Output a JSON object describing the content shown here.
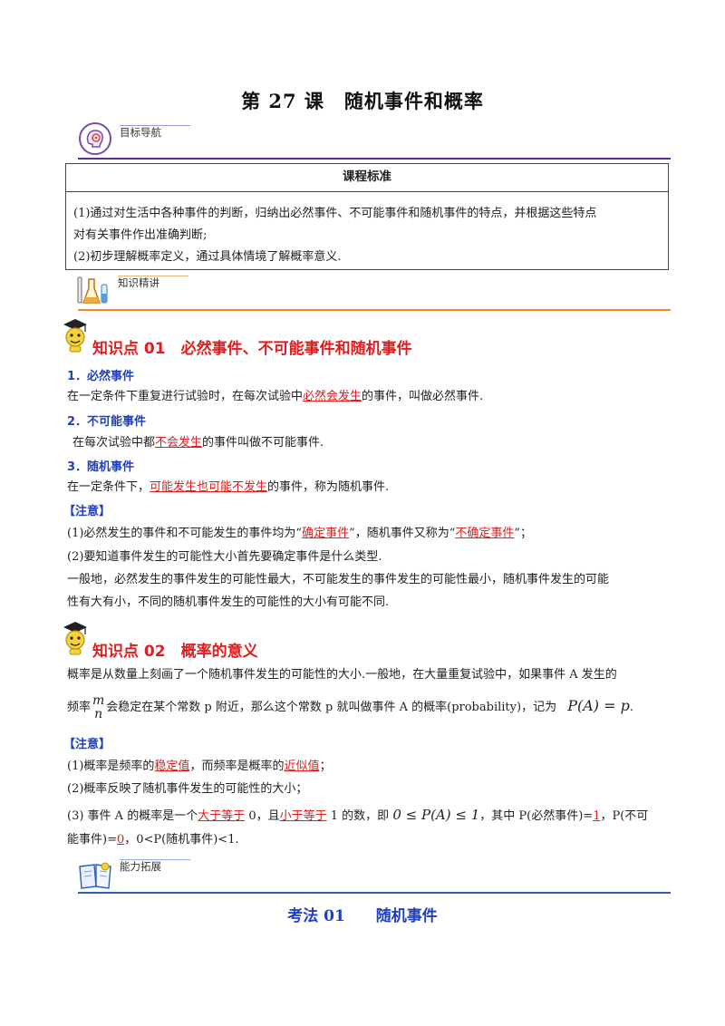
{
  "title": "第 27 课　随机事件和概率",
  "sections": {
    "target_nav": "目标导航",
    "knowledge": "知识精讲",
    "extension": "能力拓展"
  },
  "standard": {
    "heading": "课程标准",
    "line1": "(1)通过对生活中各种事件的判断，归纳出必然事件、不可能事件和随机事件的特点，并根据这些特点",
    "line2": "对有关事件作出准确判断;",
    "line3": "(2)初步理解概率定义，通过具体情境了解概率意义."
  },
  "kp1": {
    "title": "知识点 01　必然事件、不可能事件和随机事件",
    "s1_title": "1．必然事件",
    "s1_a": "在一定条件下重复进行试验时，在每次试验中",
    "s1_u": "必然会发生",
    "s1_b": "的事件，叫做必然事件.",
    "s2_title": "2．不可能事件",
    "s2_a": "在每次试验中都",
    "s2_u": "不会发生",
    "s2_b": "的事件叫做不可能事件.",
    "s3_title": "3．随机事件",
    "s3_a": "在一定条件下，",
    "s3_u": "可能发生也可能不发生",
    "s3_b": "的事件，称为随机事件.",
    "note_label": "【注意】",
    "n1_a": "(1)必然发生的事件和不可能发生的事件均为“",
    "n1_u1": "确定事件",
    "n1_b": "”，随机事件又称为“",
    "n1_u2": "不确定事件",
    "n1_c": "”；",
    "n2": "(2)要知道事件发生的可能性大小首先要确定事件是什么类型.",
    "n3a": "一般地，必然发生的事件发生的可能性最大，不可能发生的事件发生的可能性最小，随机事件发生的可能",
    "n3b": "性有大有小，不同的随机事件发生的可能性的大小有可能不同."
  },
  "kp2": {
    "title": "知识点 02　概率的意义",
    "p1": "概率是从数量上刻画了一个随机事件发生的可能性的大小.一般地，在大量重复试验中，如果事件 A 发生的",
    "p2_a": "频率",
    "frac_num": "m",
    "frac_den": "n",
    "p2_b": "会稳定在某个常数 p 附近，那么这个常数 p 就叫做事件 A 的概率(probability)，记为",
    "formula1": "P(A) = p",
    "note_label": "【注意】",
    "n1_a": "(1)概率是频率的",
    "n1_u1": "稳定值",
    "n1_b": "，而频率是概率的",
    "n1_u2": "近似值",
    "n1_c": "；",
    "n2": "(2)概率反映了随机事件发生的可能性的大小；",
    "n3_a": "(3)  事件 A 的概率是一个",
    "n3_u1": "大于等于",
    "n3_b": " 0，且",
    "n3_u2": "小于等于",
    "n3_c": " 1 的数，即",
    "formula2": "0 ≤ P(A) ≤ 1",
    "n3_d": "，其中 P(必然事件)=",
    "n3_u3": "1",
    "n3_e": "，P(不可",
    "n3b_a": "能事件)=",
    "n3b_u": "0",
    "n3b_b": "，0<P(随机事件)<1."
  },
  "kaofa": "考法 01　　随机事件",
  "colors": {
    "red": "#e11d1d",
    "blue": "#2040c0",
    "purple": "#5b2d8c",
    "orange": "#e98d2a",
    "blue_rule": "#2b5fb0"
  },
  "icons": [
    "brain-gear-icon",
    "flask-icon",
    "teacher-mascot-icon",
    "book-icon"
  ]
}
